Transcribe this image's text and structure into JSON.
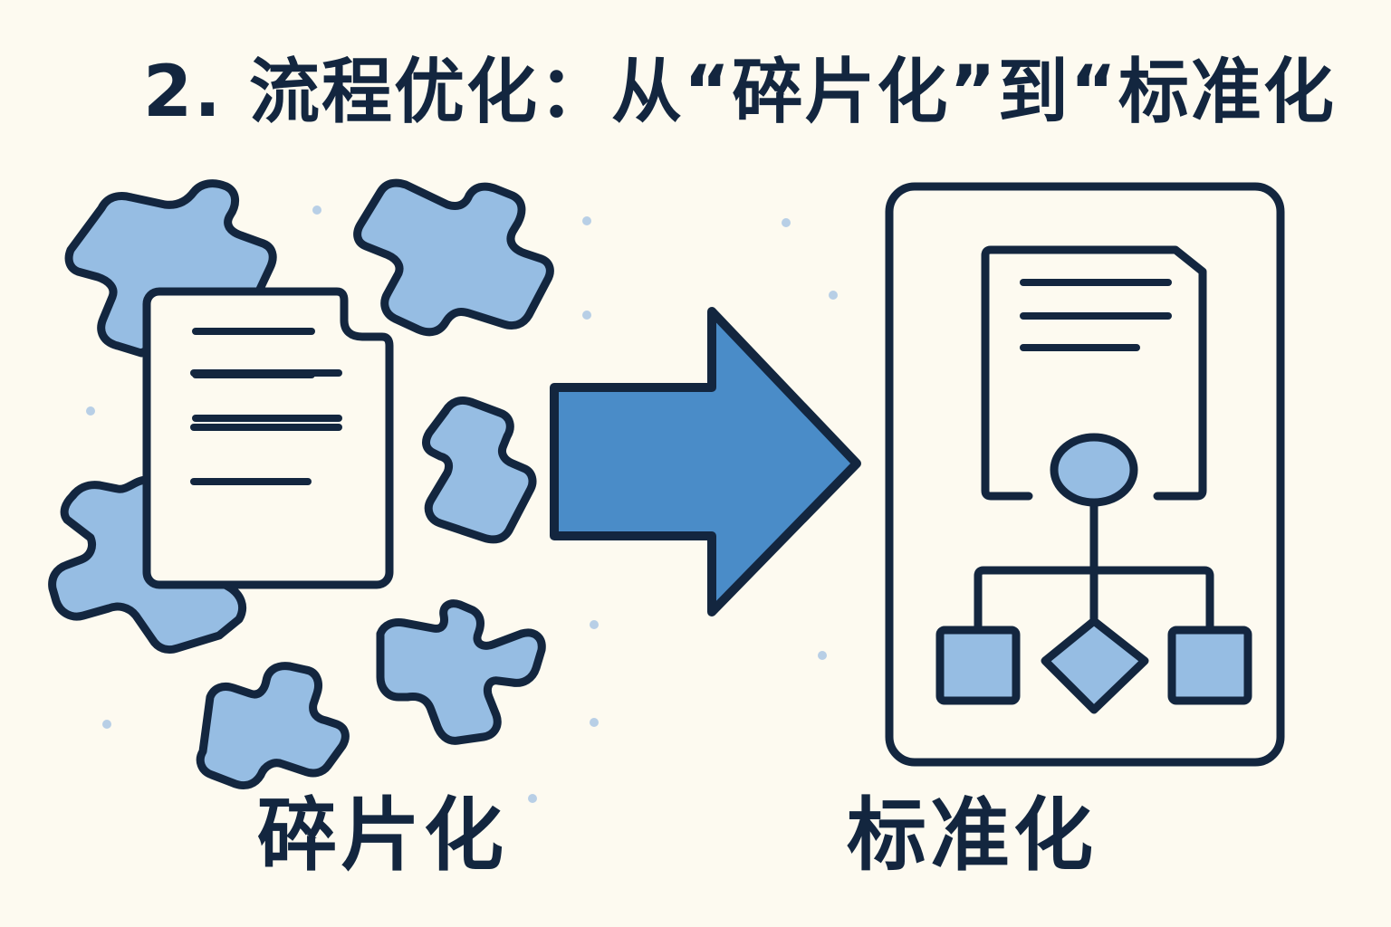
{
  "title": "2. 流程优化：从“碎片化”到“标准化",
  "labels": {
    "left": "碎片化",
    "right": "标准化"
  },
  "colors": {
    "background": "#fdfaf0",
    "outline": "#13263f",
    "piece_fill": "#96bde3",
    "arrow_fill": "#4a8cc8",
    "node_fill": "#96bde3",
    "dot": "#b8cfe6"
  },
  "illustrations": {
    "left": "fragmented-puzzle-pieces-around-document",
    "center": "right-arrow",
    "right": "standardized-document-with-flowchart"
  }
}
